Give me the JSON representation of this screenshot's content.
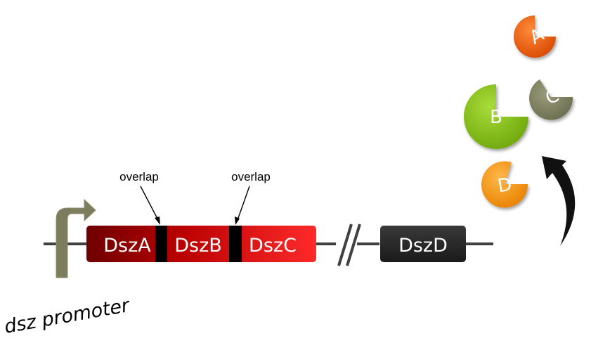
{
  "diagram": {
    "genes": [
      {
        "label": "DszA"
      },
      {
        "label": "DszB"
      },
      {
        "label": "DszC"
      },
      {
        "label": "DszD"
      }
    ],
    "overlaps": [
      {
        "label": "overlap"
      },
      {
        "label": "overlap"
      }
    ],
    "promoter_label": "dsz promoter",
    "proteins": [
      {
        "label": "A",
        "color": "#e85d0c"
      },
      {
        "label": "C",
        "color": "#7d8060"
      },
      {
        "label": "B",
        "color": "#8cc41a"
      },
      {
        "label": "D",
        "color": "#f59a1e"
      }
    ],
    "colors": {
      "backbone": "#404040",
      "operon_dark": "#7a0000",
      "operon_bright": "#ff2a2a",
      "overlap_block": "#000000",
      "dszd_box": "#262626",
      "promoter_arrow": "#7b7d5c"
    }
  }
}
